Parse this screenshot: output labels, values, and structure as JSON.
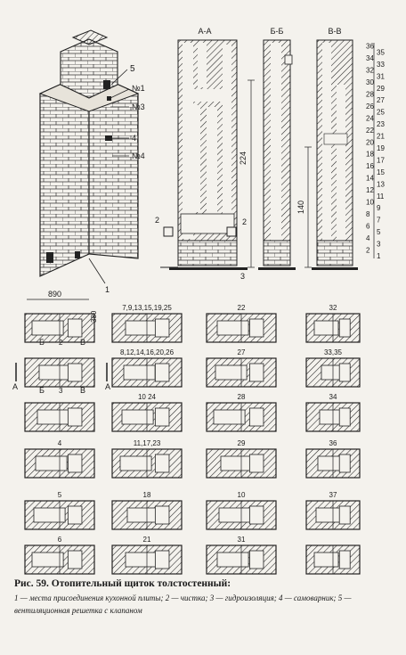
{
  "figure": {
    "caption_title": "Рис. 59. Отопительный щиток толстостенный:",
    "caption_legend": "1 — места присоединения кухонной плиты; 2 — чистка; 3 — гидроизоляция; 4 — самоварник; 5 — вентиляционная решетка с клапаном"
  },
  "iso": {
    "callouts": [
      "5",
      "№1",
      "№3",
      "4",
      "№4",
      "1"
    ]
  },
  "sections": [
    {
      "title": "А-А"
    },
    {
      "title": "Б-Б"
    },
    {
      "title": "В-В"
    }
  ],
  "dims": {
    "h224": "224",
    "h140": "140",
    "w890": "890",
    "d380": "380",
    "mark2": "2",
    "mark3": "3"
  },
  "row_scale": [
    "36",
    "35",
    "34",
    "33",
    "32",
    "31",
    "30",
    "29",
    "28",
    "27",
    "26",
    "25",
    "24",
    "23",
    "22",
    "21",
    "20",
    "19",
    "18",
    "17",
    "16",
    "15",
    "14",
    "13",
    "12",
    "11",
    "10",
    "9",
    "8",
    "7",
    "6",
    "5",
    "4",
    "3",
    "2",
    "1"
  ],
  "plan_marks": {
    "b_left": "Б",
    "b_right": "Б",
    "v_left": "В",
    "v_right": "В",
    "a_left": "А",
    "a_right": "А",
    "n2": "2",
    "n3": "3"
  },
  "plans": [
    {
      "label": ""
    },
    {
      "label": "7,9,13,15,19,25"
    },
    {
      "label": "22"
    },
    {
      "label": "32"
    },
    {
      "label": ""
    },
    {
      "label": "8,12,14,16,20,26"
    },
    {
      "label": "27"
    },
    {
      "label": "33,35"
    },
    {
      "label": ""
    },
    {
      "label": "10 24"
    },
    {
      "label": "28"
    },
    {
      "label": "34"
    },
    {
      "label": "4"
    },
    {
      "label": "11,17,23"
    },
    {
      "label": "29"
    },
    {
      "label": "36"
    },
    {
      "label": "5"
    },
    {
      "label": "18"
    },
    {
      "label": "10"
    },
    {
      "label": "37"
    },
    {
      "label": "6"
    },
    {
      "label": "21"
    },
    {
      "label": "31"
    },
    {
      "label": ""
    }
  ]
}
